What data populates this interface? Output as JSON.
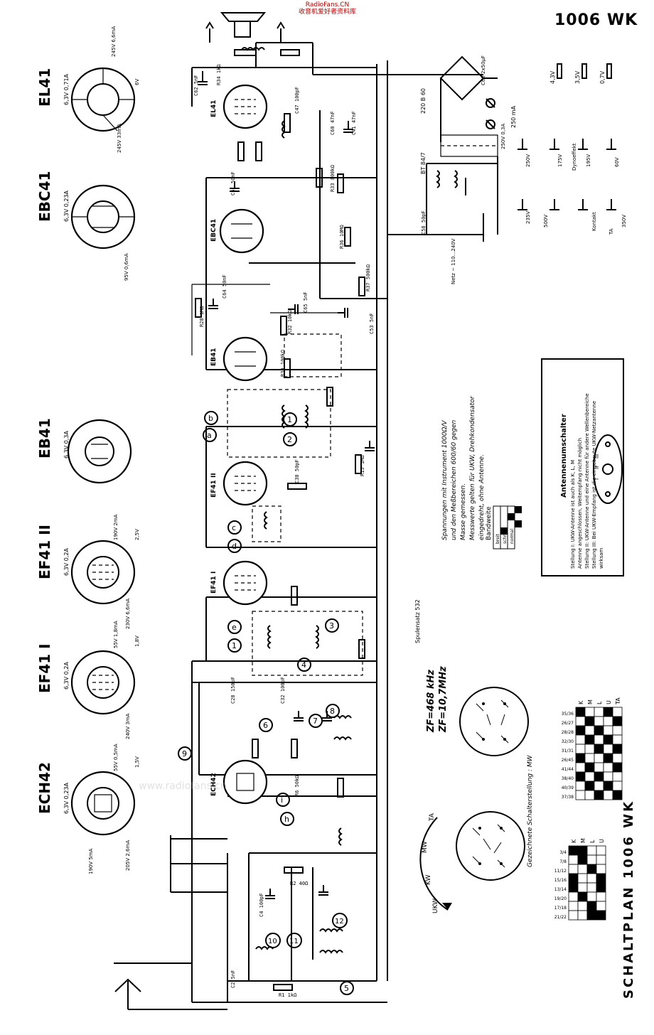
{
  "model": "1006 WK",
  "title_vertical": "SCHALTPLAN 1006 WK",
  "watermark_top": [
    "RadioFans.CN",
    "收音机爱好者资料库"
  ],
  "watermark_mid": "www.radiofans.cn",
  "tube_bases": [
    {
      "name": "EL41",
      "heater": "6,3V 0,71A",
      "pins": {
        "g2": "245V 6,6mA",
        "a": "245V 33mA",
        "k": "6V"
      }
    },
    {
      "name": "EBC41",
      "heater": "6,3V 0,23A",
      "pins": {
        "a": "95V 0,6mA"
      }
    },
    {
      "name": "EB41",
      "heater": "6,3V 0,3A",
      "pins": {}
    },
    {
      "name": "EF41 II",
      "heater": "6,3V 0,2A",
      "pins": {
        "g2": "190V 2mA",
        "k": "2,5V",
        "a": "230V 6,6mA"
      }
    },
    {
      "name": "EF41 I",
      "heater": "6,3V 0,2A",
      "pins": {
        "g2": "55V 1,8mA",
        "k": "1,8V",
        "a": "240V 3mA"
      }
    },
    {
      "name": "ECH42",
      "heater": "6,3V 0,23A",
      "pins": {
        "g2": "55V 0,5mA",
        "k": "1,5V",
        "ah": "190V 5mA",
        "a": "205V 2,6mA"
      }
    }
  ],
  "circuit_tubes": [
    "EL41",
    "EBC41",
    "EB41",
    "EF41 II",
    "EF41 I",
    "ECH42"
  ],
  "circle_labels": [
    "a",
    "b",
    "1",
    "2",
    "c",
    "d",
    "1",
    "e",
    "3",
    "4",
    "6",
    "7",
    "8",
    "9",
    "10",
    "11",
    "12",
    "5",
    "h",
    "i"
  ],
  "component_labels": [
    "C62 5nF",
    "R34 1kΩ",
    "C47 100pF",
    "C41 47nF",
    "C60 47nF",
    "R33 800kΩ",
    "C61 50nF",
    "C64 50nF",
    "C65 5nF",
    "R36 10MΩ",
    "C58 50pF",
    "R37 500kΩ",
    "C53 5nF",
    "R32 10kΩ",
    "R30 100kΩ",
    "R28 1MΩ",
    "C38 50pF",
    "R15 1MΩ",
    "C28 150pF",
    "C32 100pF",
    "R2 40Ω",
    "R1 1kΩ",
    "C2 5nF",
    "C4 100pF",
    "R6 50kΩ"
  ],
  "voltages_right": [
    "250V",
    "175V",
    "195V",
    "60V",
    "235V"
  ],
  "rectifier": {
    "label": "220 B 60",
    "fuse": "250 mA",
    "transformer": "BT 84/7",
    "mains": "Netz ~ 110...240V"
  },
  "right_labels": [
    "C63 2x50µF",
    "250V 0,3A",
    "Dynoeffekt",
    "TA",
    "Kontakt",
    "500V",
    "350V"
  ],
  "note_lines": [
    "Spannungen mit Instrument 1000Ω/V",
    "und den Meßbereichen 600/60 gegen",
    "Masse gemessen.",
    "Messwerte gelten für UKW, Drehkondensator",
    "eingedreht, ohne Antenne."
  ],
  "bandswitch_label": "Bandweite",
  "bandswitch_rows": [
    "breit",
    "schmal",
    "normal"
  ],
  "antenna_box": {
    "title": "Antennenumschalter",
    "lines": [
      "Stellung I: UKW-Antenne ist auch als K, L, M",
      "Antenne angeschlossen, Weitempfang nicht möglich",
      "Stellung II: UKW-Antenne und eine Antenne für andere Wellenbereiche",
      "Stellung III: Bei UKW-Empfang ist die eingebaute UKW-Netzantenne",
      "wirksam"
    ],
    "positions": [
      "I",
      "II",
      "III"
    ]
  },
  "if_labels": [
    "ZF=468 kHz",
    "ZF=10,7MHz"
  ],
  "spule": "Spulensatz 532",
  "switch_positions": [
    "UKW",
    "KW",
    "MW",
    "TA"
  ],
  "switch_caption": "Gezeichnete Schalterstellung : MW",
  "switch_table_1": {
    "headers": [
      "K",
      "M",
      "L",
      "U",
      "TA"
    ],
    "rows": [
      "35/36",
      "26/27",
      "28/28",
      "32/30",
      "31/31",
      "26/45",
      "41/44",
      "38/40",
      "40/39",
      "37/38"
    ]
  },
  "switch_table_2": {
    "headers": [
      "K",
      "M",
      "L",
      "U"
    ],
    "rows": [
      "3/4",
      "7/8",
      "11/12",
      "15/16",
      "13/14",
      "19/20",
      "17/18",
      "21/22"
    ]
  },
  "band_voltages": [
    "4,3V",
    "3,5V",
    "0,7V"
  ]
}
